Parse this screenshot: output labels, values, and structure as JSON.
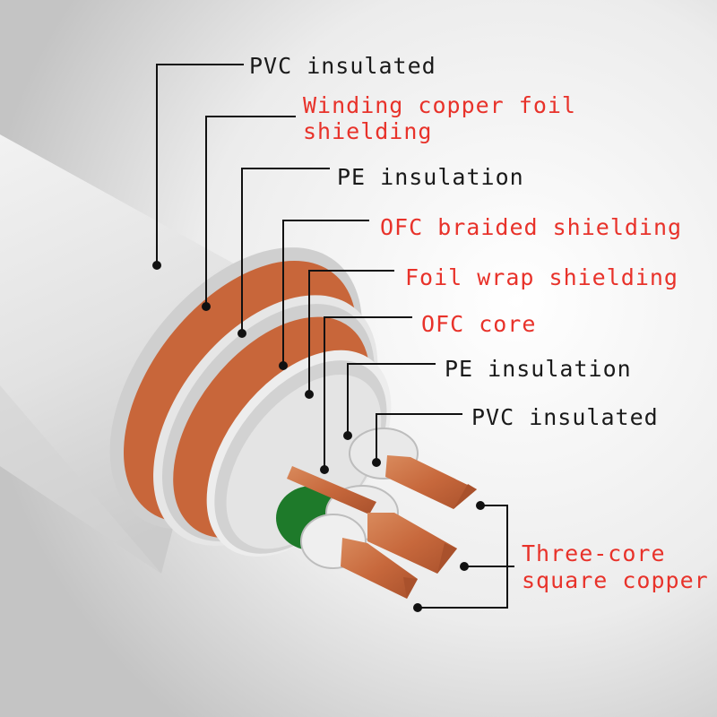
{
  "colors": {
    "red_label": "#e8322a",
    "black_label": "#1a1a1a",
    "copper": "#c8663a",
    "pvc_white": "#eeeeee",
    "ground_green": "#1e7a2a"
  },
  "labels": {
    "pvc_outer": "PVC insulated",
    "winding_foil_line1": "Winding copper foil",
    "winding_foil_line2": "shielding",
    "pe_outer": "PE insulation",
    "ofc_braided": "OFC braided shielding",
    "foil_wrap": "Foil wrap shielding",
    "ofc_core": "OFC core",
    "pe_inner": "PE insulation",
    "pvc_inner": "PVC insulated",
    "three_core_line1": "Three-core",
    "three_core_line2": "square copper"
  }
}
